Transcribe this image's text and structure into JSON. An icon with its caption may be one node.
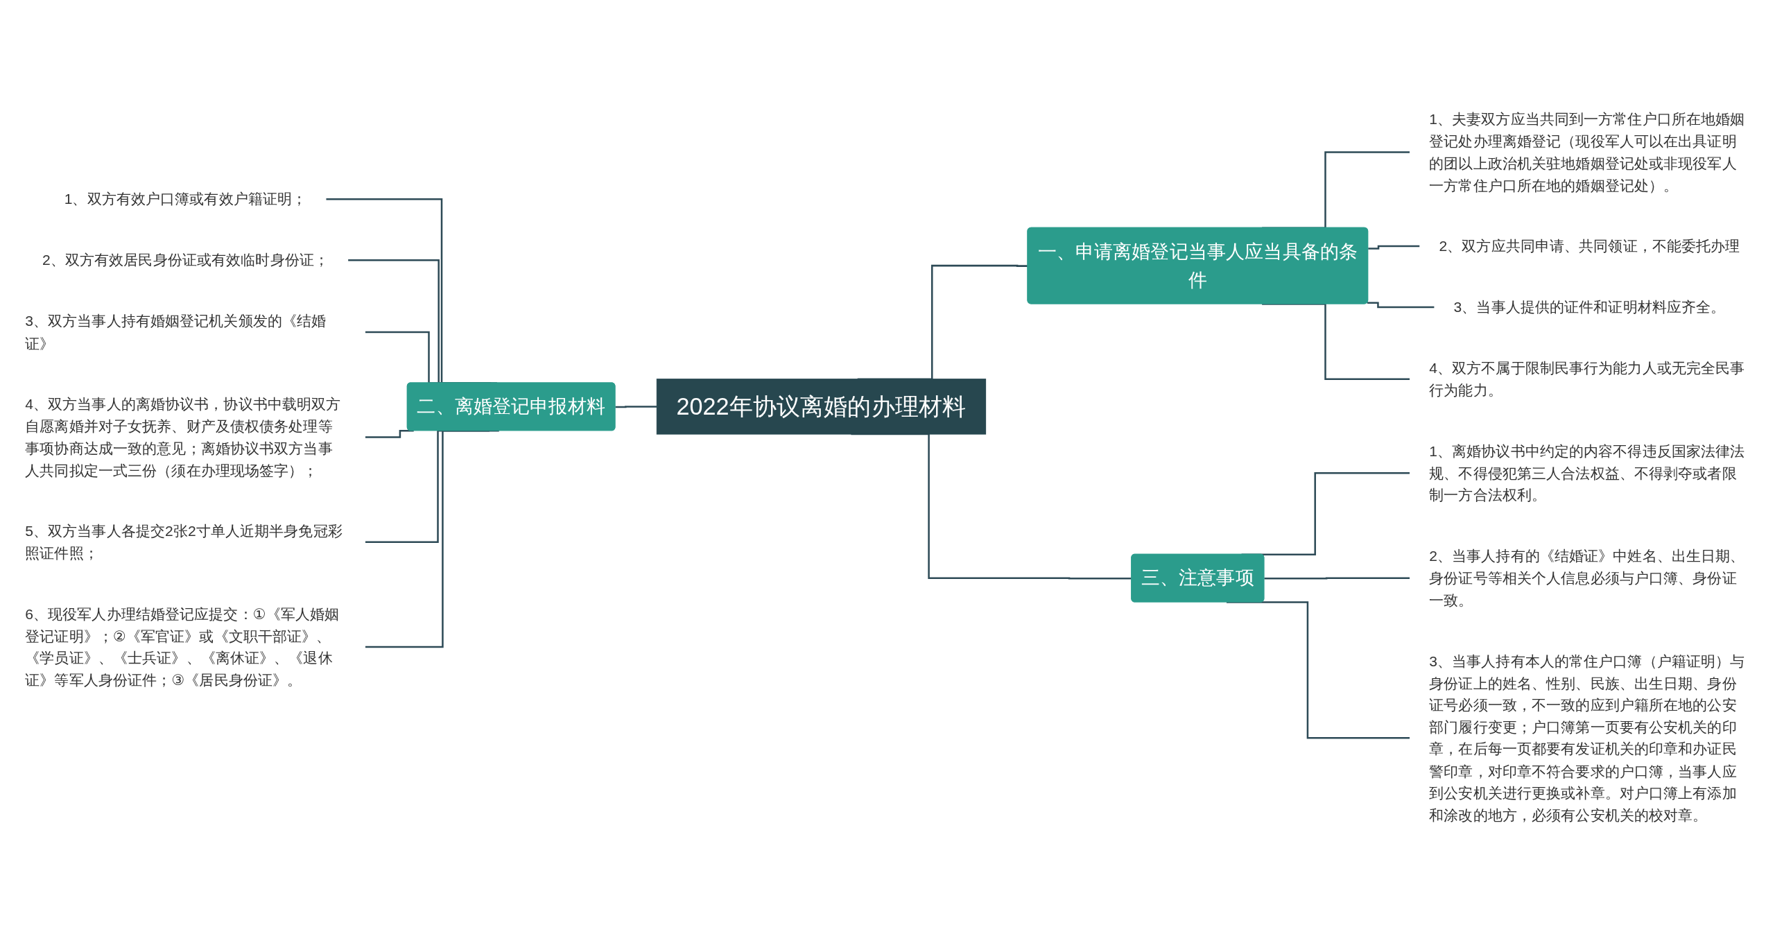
{
  "diagram": {
    "nodes": [
      {
        "text": [
          "2022年协议离婚的办理材料"
        ]
      },
      {
        "text": [
          "一、申请离婚登记当事人应当具备的条件"
        ]
      },
      {
        "text": [
          "1、夫妻双方应当共同到一方常住户口所在地婚姻登记处办理离婚登记（现役军人可以在出具证明的团以上政治机关驻地婚姻登记处或非现役军人一方常住户口所在地的婚姻登记处）。"
        ]
      },
      {
        "text": [
          "2、双方应共同申请、共同领证，不能委托办理"
        ]
      },
      {
        "text": [
          "3、当事人提供的证件和证明材料应齐全。"
        ]
      },
      {
        "text": [
          "4、双方不属于限制民事行为能力人或无完全民事行为能力。"
        ]
      },
      {
        "text": [
          "二、离婚登记申报材料"
        ]
      },
      {
        "text": [
          "1、双方有效户口簿或有效户籍证明；"
        ]
      },
      {
        "text": [
          "2、双方有效居民身份证或有效临时身份证；"
        ]
      },
      {
        "text": [
          "3、双方当事人持有婚姻登记机关颁发的《结婚证》"
        ]
      },
      {
        "text": [
          "4、双方当事人的离婚协议书，协议书中载明双方自愿离婚并对子女抚养、财产及债权债务处理等事项协商达成一致的意见；离婚协议书双方当事人共同拟定一式三份（须在办理现场签字）；"
        ]
      },
      {
        "text": [
          "5、双方当事人各提交2张2寸单人近期半身免冠彩照证件照；"
        ]
      },
      {
        "text": [
          "6、现役军人办理结婚登记应提交：①《军人婚姻登记证明》；②《军官证》或《文职干部证》、《学员证》、《士兵证》、《离休证》、《退休证》等军人身份证件；③《居民身份证》。"
        ]
      },
      {
        "text": [
          "三、注意事项"
        ]
      },
      {
        "text": [
          "1、离婚协议书中约定的内容不得违反国家法律法规、不得侵犯第三人合法权益、不得剥夺或者限制一方合法权利。"
        ]
      },
      {
        "text": [
          "2、当事人持有的《结婚证》中姓名、出生日期、身份证号等相关个人信息必须与户口簿、身份证一致。"
        ]
      },
      {
        "text": [
          "3、当事人持有本人的常住户口簿（户籍证明）与身份证上的姓名、性别、民族、出生日期、身份证号必须一致，不一致的应到户籍所在地的公安部门履行变更；户口簿第一页要有公安机关的印章，在后每一页都要有发证机关的印章和办证民警印章，对印章不符合要求的户口簿，当事人应到公安机关进行更换或补章。对户口簿上有添加和涂改的地方，必须有公安机关的校对章。"
        ]
      }
    ],
    "edges": [
      {
        "from": 0,
        "to": 1,
        "arrow": "none"
      },
      {
        "from": 1,
        "to": 2,
        "arrow": "none"
      },
      {
        "from": 1,
        "to": 3,
        "arrow": "none"
      },
      {
        "from": 1,
        "to": 4,
        "arrow": "none"
      },
      {
        "from": 1,
        "to": 5,
        "arrow": "none"
      },
      {
        "from": 0,
        "to": 6,
        "arrow": "none"
      },
      {
        "from": 6,
        "to": 7,
        "arrow": "none"
      },
      {
        "from": 6,
        "to": 8,
        "arrow": "none"
      },
      {
        "from": 6,
        "to": 9,
        "arrow": "none"
      },
      {
        "from": 6,
        "to": 10,
        "arrow": "none"
      },
      {
        "from": 6,
        "to": 11,
        "arrow": "none"
      },
      {
        "from": 6,
        "to": 12,
        "arrow": "none"
      },
      {
        "from": 0,
        "to": 13,
        "arrow": "none"
      },
      {
        "from": 13,
        "to": 14,
        "arrow": "none"
      },
      {
        "from": 13,
        "to": 15,
        "arrow": "none"
      },
      {
        "from": 13,
        "to": 16,
        "arrow": "none"
      }
    ]
  }
}
